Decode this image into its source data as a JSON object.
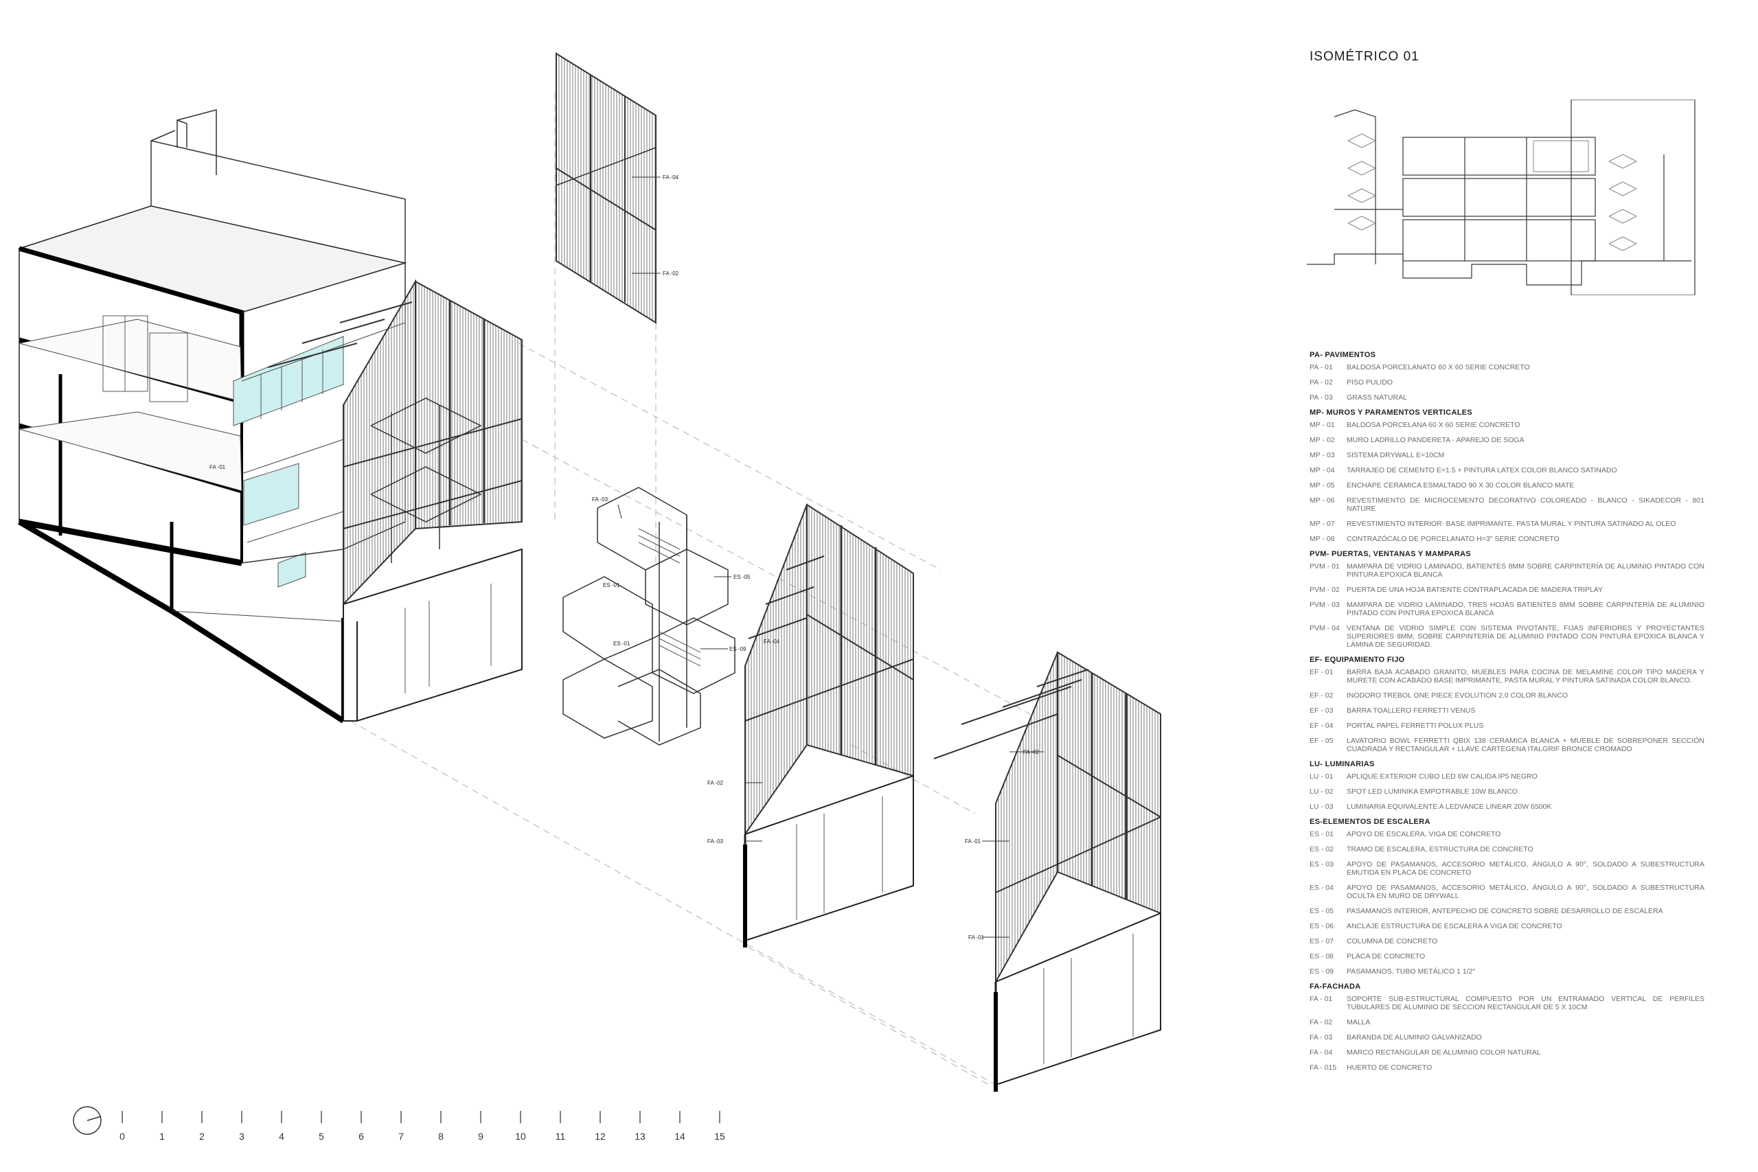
{
  "sheet_title": "ISOMÉTRICO 01",
  "scale_bar": {
    "ticks": [
      "0",
      "1",
      "2",
      "3",
      "4",
      "5",
      "6",
      "7",
      "8",
      "9",
      "10",
      "11",
      "12",
      "13",
      "14",
      "15"
    ]
  },
  "callouts": {
    "fa04_panel": "FA -04",
    "fa02_panel": "FA -02",
    "fa03_block": "FA -03",
    "fa_left": "FA -01",
    "es01_a": "ES -01",
    "es05": "ES -05",
    "es01_b": "ES -01",
    "es09": "ES -09",
    "fa04_mid": "FA -04",
    "fa02_mid": "FA -02",
    "fa03_mid": "FA -03",
    "fa02_right": "FA -02",
    "fa01_right_a": "FA -01",
    "fa01_right_b": "FA -01"
  },
  "legend": [
    {
      "heading": "PA- PAVIMENTOS",
      "items": [
        {
          "code": "PA - 01",
          "text": "BALDOSA PORCELANATO 60 X 60 SERIE CONCRETO"
        },
        {
          "code": "PA - 02",
          "text": "PISO PULIDO"
        },
        {
          "code": "PA - 03",
          "text": "GRASS NATURAL"
        }
      ]
    },
    {
      "heading": "MP- MUROS Y PARAMENTOS VERTICALES",
      "items": [
        {
          "code": "MP - 01",
          "text": "BALDOSA PORCELANA 60 X 60 SERIE CONCRETO"
        },
        {
          "code": "MP - 02",
          "text": "MURO LADRILLO PANDERETA - APAREJO DE SOGA"
        },
        {
          "code": "MP - 03",
          "text": "SISTEMA DRYWALL E=10CM"
        },
        {
          "code": "MP - 04",
          "text": "TARRAJEO DE CEMENTO E=1.5 + PINTURA LATEX COLOR BLANCO SATINADO"
        },
        {
          "code": "MP - 05",
          "text": "ENCHAPE CERAMICA ESMALTADO 90 X 30 COLOR BLANCO MATE"
        },
        {
          "code": "MP - 06",
          "text": "REVESTIMIENTO DE MICROCEMENTO DECORATIVO COLOREADO - BLANCO - SIKADECOR - 801 NATURE"
        },
        {
          "code": "MP - 07",
          "text": "REVESTIMIENTO INTERIOR: BASE IMPRIMANTE, PASTA MURAL Y PINTURA SATINADO AL OLEO"
        },
        {
          "code": "MP - 08",
          "text": "CONTRAZÓCALO DE PORCELANATO H=3\" SERIE CONCRETO"
        }
      ]
    },
    {
      "heading": "PVM- PUERTAS, VENTANAS Y MAMPARAS",
      "items": [
        {
          "code": "PVM - 01",
          "text": "MAMPARA DE VIDRIO LAMINADO, BATIENTES 8MM SOBRE CARPINTERÍA DE ALUMINIO PINTADO CON PINTURA EPOXICA BLANCA"
        },
        {
          "code": "PVM - 02",
          "text": "PUERTA DE UNA HOJA BATIENTE CONTRAPLACADA DE MADERA TRIPLAY"
        },
        {
          "code": "PVM - 03",
          "text": "MAMPARA DE VIDRIO LAMINADO, TRES HOJAS BATIENTES 8MM SOBRE CARPINTERÍA DE ALUMINIO PINTADO CON PINTURA EPOXICA BLANCA"
        },
        {
          "code": "PVM - 04",
          "text": "VENTANA DE VIDRIO SIMPLE CON SISTEMA PIVOTANTE, FIJAS INFERIORES Y PROYECTANTES SUPERIORES 8MM, SOBRE CARPINTERÍA DE ALUMINIO PINTADO CON PINTURA EPOXICA BLANCA Y LÁMINA DE SEGURIDAD."
        }
      ]
    },
    {
      "heading": "EF- EQUIPAMIENTO FIJO",
      "items": [
        {
          "code": "EF - 01",
          "text": "BARRA BAJA ACABADO GRANITO, MUEBLES PARA COCINA DE MELAMINE COLOR TIPO MADERA Y MURETE CON ACABADO BASE IMPRIMANTE, PASTA MURAL Y PINTURA SATINADA COLOR BLANCO."
        },
        {
          "code": "EF - 02",
          "text": "INODORO TREBOL ONE PIECE EVOLUTION 2.0 COLOR BLANCO"
        },
        {
          "code": "EF - 03",
          "text": "BARRA TOALLERO FERRETTI VENUS"
        },
        {
          "code": "EF - 04",
          "text": "PORTAL PAPEL FERRETTI POLUX PLUS"
        },
        {
          "code": "EF - 05",
          "text": "LAVATORIO BOWL FERRETTI QBIX 138 CERAMICA BLANCA + MUEBLE DE SOBREPONER SECCIÓN CUADRADA Y RECTANGULAR + LLAVE CARTEGENA ITALGRIF BRONCE CROMADO"
        }
      ]
    },
    {
      "heading": "LU- LUMINARIAS",
      "items": [
        {
          "code": "LU - 01",
          "text": "APLIQUE EXTERIOR CUBO LED 6W CALIDA IP5 NEGRO"
        },
        {
          "code": "LU - 02",
          "text": "SPOT LED LUMINIKA EMPOTRABLE 10W BLANCO"
        },
        {
          "code": "LU - 03",
          "text": "LUMINARIA EQUIVALENTE A LEDVANCE LINEAR 20W 6500K"
        }
      ]
    },
    {
      "heading": "ES-ELEMENTOS DE ESCALERA",
      "items": [
        {
          "code": "ES - 01",
          "text": "APOYO DE ESCALERA, VIGA DE CONCRETO"
        },
        {
          "code": "ES - 02",
          "text": "TRAMO DE ESCALERA, ESTRUCTURA DE CONCRETO"
        },
        {
          "code": "ES - 03",
          "text": "APOYO DE PASAMANOS, ACCESORIO METÁLICO, ÁNGULO A 90°, SOLDADO A SUBESTRUCTURA EMUTIDA EN PLACA DE CONCRETO"
        },
        {
          "code": "ES - 04",
          "text": "APOYO DE PASAMANOS, ACCESORIO METÁLICO, ÁNGULO A 90°, SOLDADO A SUBESTRUCTURA OCULTA EN MURO DE DRYWALL"
        },
        {
          "code": "ES - 05",
          "text": "PASAMANOS INTERIOR, ANTEPECHO DE CONCRETO SOBRE DESARROLLO DE ESCALERA"
        },
        {
          "code": "ES - 06",
          "text": "ANCLAJE ESTRUCTURA DE ESCALERA A VIGA DE CONCRETO"
        },
        {
          "code": "ES - 07",
          "text": "COLUMNA DE CONCRETO"
        },
        {
          "code": "ES - 08",
          "text": "PLACA DE CONCRETO"
        },
        {
          "code": "ES - 09",
          "text": "PASAMANOS, TUBO METÁLICO 1 1/2\""
        }
      ]
    },
    {
      "heading": "FA-FACHADA",
      "items": [
        {
          "code": "FA - 01",
          "text": "SOPORTE SUB-ESTRUCTURAL COMPUESTO POR UN ENTRAMADO VERTICAL DE PERFILES TUBULARES DE ALUMINIO DE SECCION RECTANGULAR DE 5 X 10CM"
        },
        {
          "code": "FA - 02",
          "text": "MALLA"
        },
        {
          "code": "FA - 03",
          "text": "BARANDA DE ALUMINIO GALVANIZADO"
        },
        {
          "code": "FA - 04",
          "text": "MARCO RECTANGULAR DE ALUMINIO COLOR NATURAL"
        },
        {
          "code": "FA - 015",
          "text": "HUERTO DE CONCRETO"
        }
      ]
    }
  ]
}
